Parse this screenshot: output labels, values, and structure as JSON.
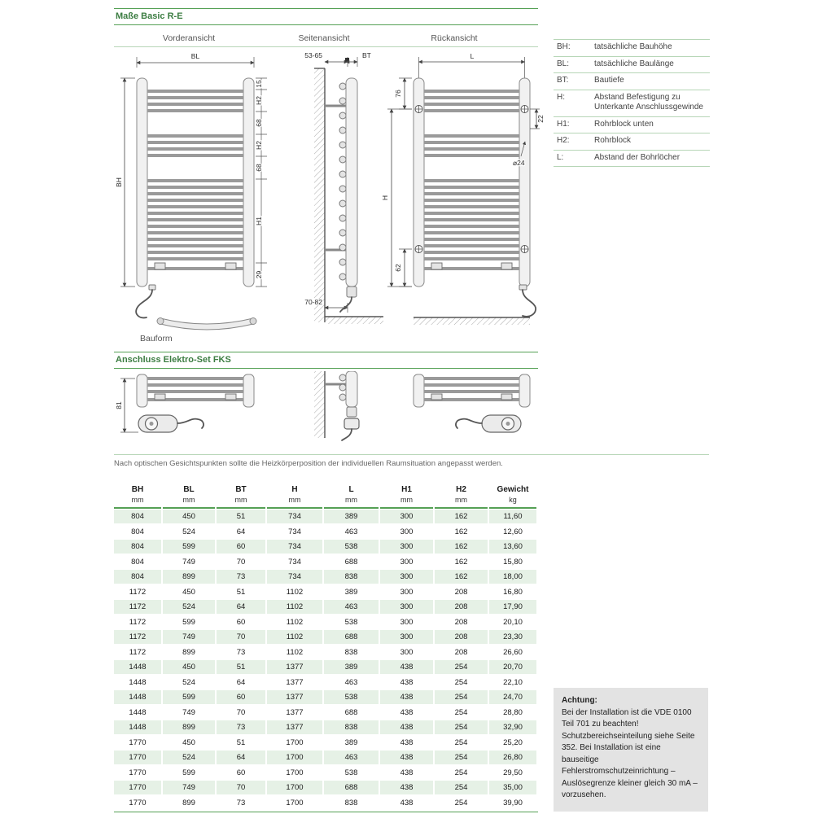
{
  "header": {
    "title": "Maße Basic R-E"
  },
  "views": {
    "front": "Vorderansicht",
    "side": "Seitenansicht",
    "rear": "Rückansicht"
  },
  "dims": {
    "bl": "BL",
    "bh": "BH",
    "front_top": "15",
    "h2": "H2",
    "gap68": "68",
    "h1": "H1",
    "front_bottom": "29",
    "wall_clearance": "53-65",
    "bt": "BT",
    "bottom_clearance": "70-82",
    "l": "L",
    "hole_top": "76",
    "bracket_offset": "22",
    "hole_dia": "⌀24",
    "h": "H",
    "hole_bottom": "62",
    "elektro_height": "81"
  },
  "bauform_label": "Bauform",
  "legend": [
    {
      "key": "BH:",
      "desc": "tatsächliche Bauhöhe"
    },
    {
      "key": "BL:",
      "desc": "tatsächliche Baulänge"
    },
    {
      "key": "BT:",
      "desc": "Bautiefe"
    },
    {
      "key": "H:",
      "desc": "Abstand Befestigung zu Unterkante Anschlussgewinde"
    },
    {
      "key": "H1:",
      "desc": "Rohrblock unten"
    },
    {
      "key": "H2:",
      "desc": "Rohrblock"
    },
    {
      "key": "L:",
      "desc": "Abstand der Bohrlöcher"
    }
  ],
  "elektro_section": {
    "title": "Anschluss Elektro-Set FKS"
  },
  "note": "Nach optischen Gesichtspunkten sollte die Heizkörperposition der individuellen Raumsituation angepasst werden.",
  "table": {
    "headers": [
      {
        "label": "BH",
        "unit": "mm"
      },
      {
        "label": "BL",
        "unit": "mm"
      },
      {
        "label": "BT",
        "unit": "mm"
      },
      {
        "label": "H",
        "unit": "mm"
      },
      {
        "label": "L",
        "unit": "mm"
      },
      {
        "label": "H1",
        "unit": "mm"
      },
      {
        "label": "H2",
        "unit": "mm"
      },
      {
        "label": "Gewicht",
        "unit": "kg"
      }
    ],
    "rows": [
      [
        "804",
        "450",
        "51",
        "734",
        "389",
        "300",
        "162",
        "11,60"
      ],
      [
        "804",
        "524",
        "64",
        "734",
        "463",
        "300",
        "162",
        "12,60"
      ],
      [
        "804",
        "599",
        "60",
        "734",
        "538",
        "300",
        "162",
        "13,60"
      ],
      [
        "804",
        "749",
        "70",
        "734",
        "688",
        "300",
        "162",
        "15,80"
      ],
      [
        "804",
        "899",
        "73",
        "734",
        "838",
        "300",
        "162",
        "18,00"
      ],
      [
        "1172",
        "450",
        "51",
        "1102",
        "389",
        "300",
        "208",
        "16,80"
      ],
      [
        "1172",
        "524",
        "64",
        "1102",
        "463",
        "300",
        "208",
        "17,90"
      ],
      [
        "1172",
        "599",
        "60",
        "1102",
        "538",
        "300",
        "208",
        "20,10"
      ],
      [
        "1172",
        "749",
        "70",
        "1102",
        "688",
        "300",
        "208",
        "23,30"
      ],
      [
        "1172",
        "899",
        "73",
        "1102",
        "838",
        "300",
        "208",
        "26,60"
      ],
      [
        "1448",
        "450",
        "51",
        "1377",
        "389",
        "438",
        "254",
        "20,70"
      ],
      [
        "1448",
        "524",
        "64",
        "1377",
        "463",
        "438",
        "254",
        "22,10"
      ],
      [
        "1448",
        "599",
        "60",
        "1377",
        "538",
        "438",
        "254",
        "24,70"
      ],
      [
        "1448",
        "749",
        "70",
        "1377",
        "688",
        "438",
        "254",
        "28,80"
      ],
      [
        "1448",
        "899",
        "73",
        "1377",
        "838",
        "438",
        "254",
        "32,90"
      ],
      [
        "1770",
        "450",
        "51",
        "1700",
        "389",
        "438",
        "254",
        "25,20"
      ],
      [
        "1770",
        "524",
        "64",
        "1700",
        "463",
        "438",
        "254",
        "26,80"
      ],
      [
        "1770",
        "599",
        "60",
        "1700",
        "538",
        "438",
        "254",
        "29,50"
      ],
      [
        "1770",
        "749",
        "70",
        "1700",
        "688",
        "438",
        "254",
        "35,00"
      ],
      [
        "1770",
        "899",
        "73",
        "1700",
        "838",
        "438",
        "254",
        "39,90"
      ]
    ]
  },
  "warning": {
    "title": "Achtung:",
    "body": "Bei der Installation ist die VDE 0100 Teil 701 zu beachten! Schutzbereichseinteilung siehe Seite 352. Bei Installation ist eine bauseitige Fehlerstromschutzeinrichtung – Auslösegrenze kleiner gleich 30 mA – vorzusehen."
  },
  "colors": {
    "accent_green": "#55a055",
    "heading_green": "#3c7d42",
    "row_tint": "#e6f1e6",
    "warning_bg": "#e3e3e3"
  }
}
